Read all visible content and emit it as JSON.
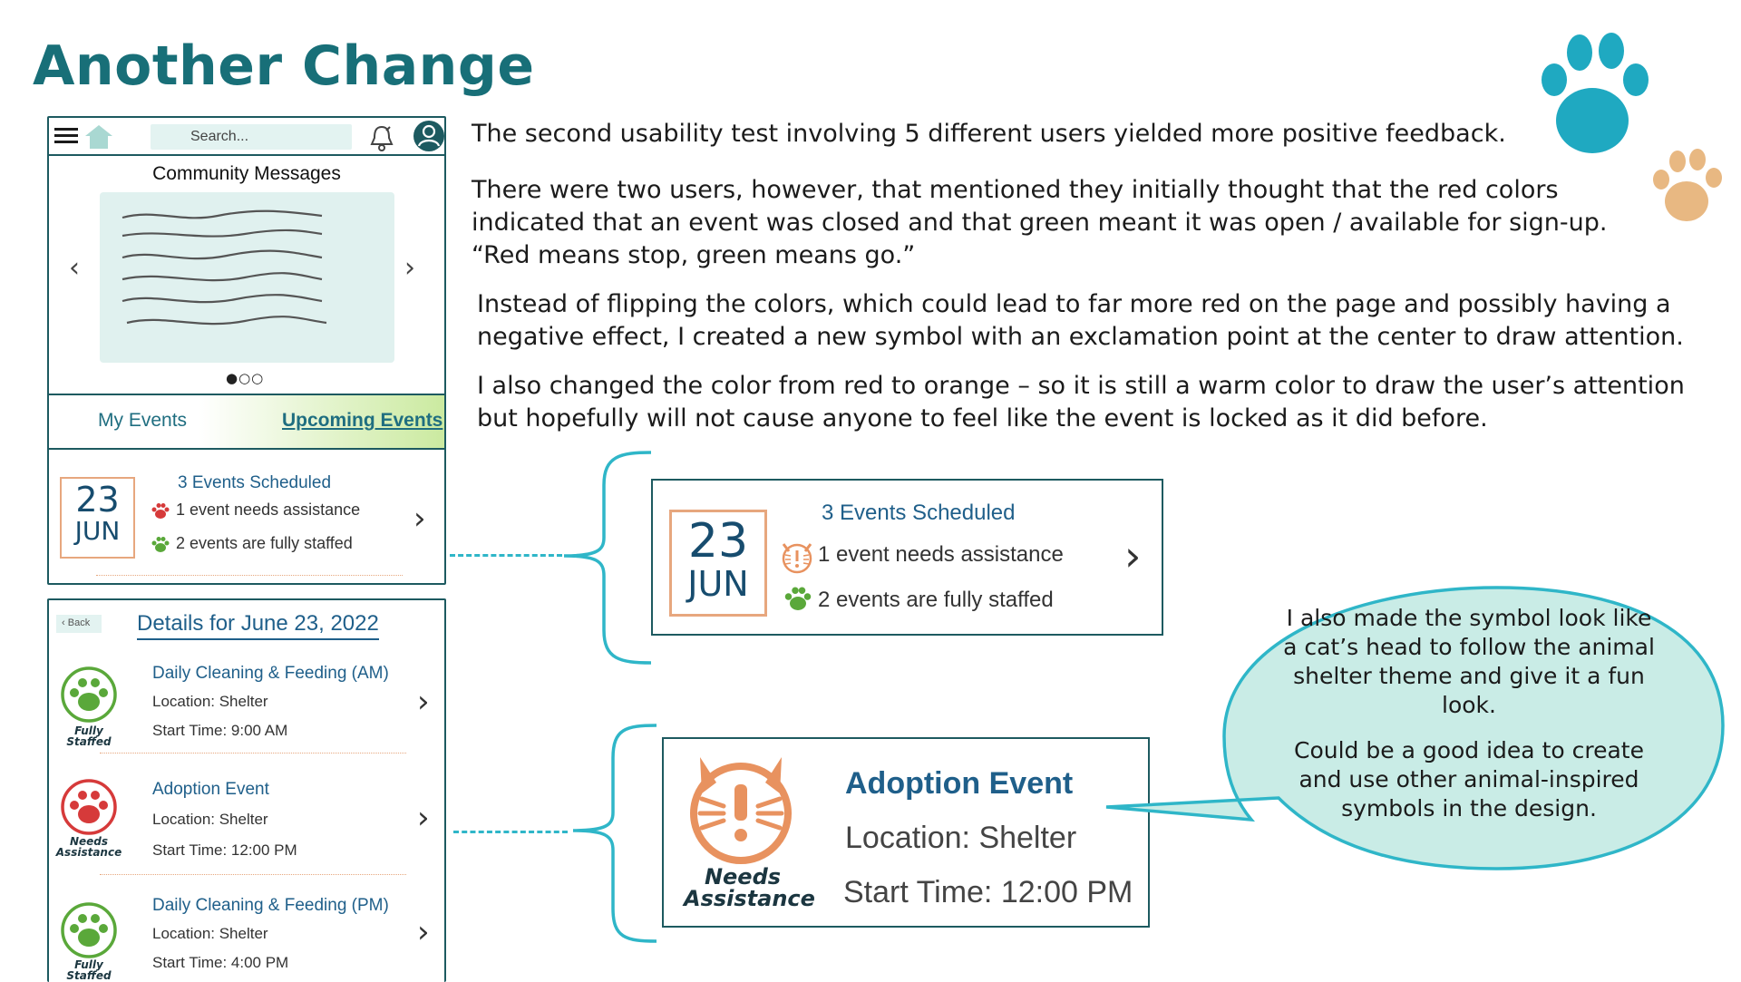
{
  "slide": {
    "title": "Another Change",
    "paragraphs": [
      "The second usability test involving 5 different users yielded more positive feedback.",
      "There were two users, however, that mentioned they initially thought that the red colors",
      "indicated that an event was closed and that green meant it was open / available for sign-up.",
      "“Red means stop, green means go.”",
      "Instead of flipping the colors, which could lead to far more red on the page and possibly having a",
      "negative effect, I created a new symbol with an exclamation point at the center to draw attention.",
      "I also changed the color from red to orange – so it is still a warm color to draw the user’s attention",
      "but hopefully will not cause anyone to feel like the event is locked as it did before."
    ],
    "bubble": {
      "lines1": [
        "I also made the symbol look like",
        "a cat’s head to follow the animal",
        "shelter theme and give it a fun",
        "look."
      ],
      "lines2": [
        "Could be a good idea to create",
        "and use other animal-inspired",
        "symbols in the design."
      ]
    }
  },
  "phone": {
    "search_placeholder": "Search...",
    "community_title": "Community Messages",
    "carousel_dots": "●○○",
    "tabs": {
      "my": "My Events",
      "upcoming": "Upcoming Events"
    },
    "date": {
      "day": "23",
      "month": "JUN"
    },
    "events_scheduled": "3 Events Scheduled",
    "needs_line": "1 event needs assistance",
    "staffed_line": "2 events are fully staffed",
    "back_label": "Back",
    "details_title": "Details for June 23, 2022",
    "events": [
      {
        "name": "Daily Cleaning & Feeding (AM)",
        "location": "Location:  Shelter",
        "start": "Start Time:  9:00 AM",
        "badge": "Fully Staffed",
        "status_color": "#5aa83a"
      },
      {
        "name": "Adoption Event",
        "location": "Location:  Shelter",
        "start": "Start Time:  12:00 PM",
        "badge": "Needs Assistance",
        "badge_lines": [
          "Needs",
          "Assistance"
        ],
        "status_color": "#d63a3a"
      },
      {
        "name": "Daily Cleaning & Feeding (PM)",
        "location": "Location:  Shelter",
        "start": "Start Time:  4:00 PM",
        "badge": "Fully Staffed",
        "status_color": "#5aa83a"
      }
    ]
  },
  "callout1": {
    "date": {
      "day": "23",
      "month": "JUN"
    },
    "events_scheduled": "3 Events Scheduled",
    "needs_line": "1 event needs assistance",
    "staffed_line": "2 events are fully staffed"
  },
  "callout2": {
    "name": "Adoption Event",
    "location": "Location:  Shelter",
    "start": "Start Time:  12:00 PM",
    "badge_lines": [
      "Needs",
      "Assistance"
    ],
    "cat_color": "#e8925f"
  },
  "colors": {
    "title": "#186f78",
    "accent_teal": "#2fb6c8",
    "link_blue": "#1f5f8a",
    "green_paw": "#5aa83a",
    "red_paw": "#d63a3a",
    "orange_cat": "#e8925f",
    "tan_paw": "#e8b882"
  },
  "icons": [
    "menu-icon",
    "home-icon",
    "bell-icon",
    "user-icon",
    "chevron-left-icon",
    "chevron-right-icon",
    "paw-icon",
    "cat-alert-icon"
  ]
}
